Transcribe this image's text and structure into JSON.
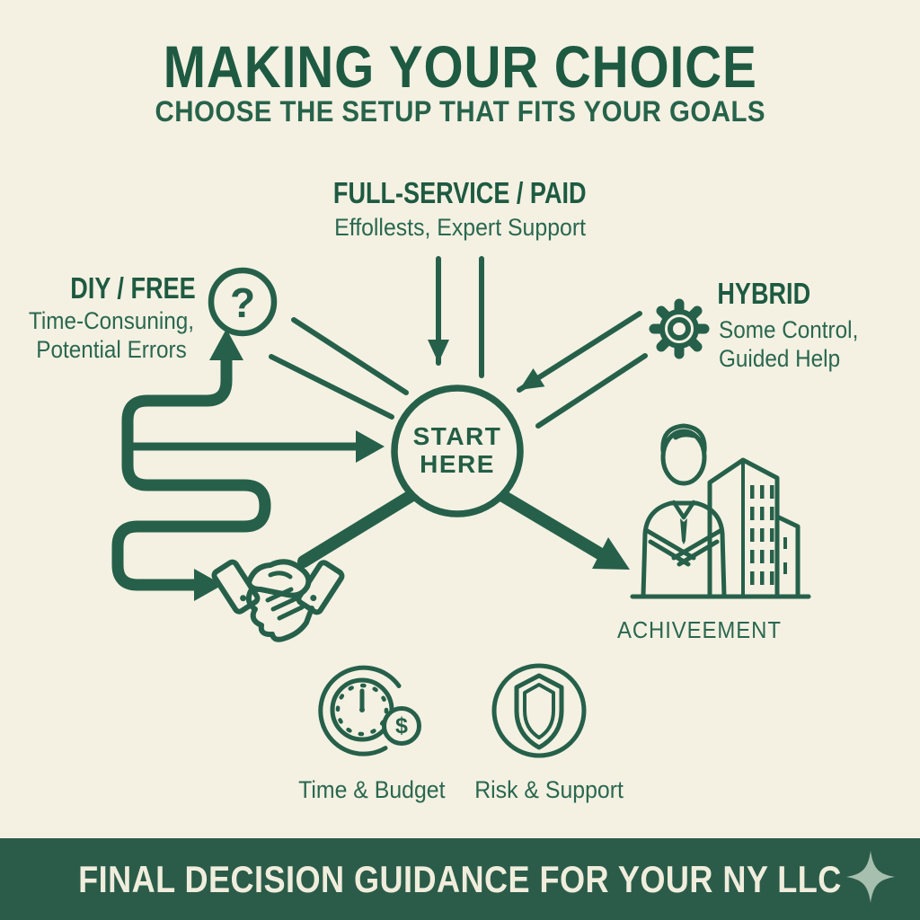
{
  "colors": {
    "background": "#f4f1e2",
    "ink": "#26604a",
    "title_text": "#1e5a42",
    "body_text": "#2a6750",
    "footer_bg": "#2b5c49",
    "footer_text": "#f0eddc",
    "sparkle": "#a7bfae"
  },
  "header": {
    "title": "MAKING YOUR CHOICE",
    "subtitle": "CHOOSE THE SETUP THAT FITS YOUR GOALS"
  },
  "options": {
    "full_service": {
      "title": "FULL-SERVICE / PAID",
      "subtitle": "Effollests, Expert Support"
    },
    "diy": {
      "title": "DIY / FREE",
      "desc_line1": "Time-Consuning,",
      "desc_line2": "Potential Errors",
      "icon": "question-mark-icon"
    },
    "hybrid": {
      "title": "HYBRID",
      "desc_line1": "Some Control,",
      "desc_line2": "Guided Help",
      "icon": "gear-icon"
    }
  },
  "center": {
    "line1": "START",
    "line2": "HERE"
  },
  "outcomes": {
    "achievement": {
      "label": "ACHIVEEMENT",
      "icon": "businessperson-building-icon"
    },
    "partnership": {
      "icon": "handshake-icon"
    }
  },
  "factors": [
    {
      "label": "Time & Budget",
      "icon": "clock-dollar-icon"
    },
    {
      "label": "Risk & Support",
      "icon": "shield-icon"
    }
  ],
  "glyphs": {
    "question": "?",
    "dollar": "$"
  },
  "footer": {
    "text": "FINAL DECISION GUIDANCE FOR YOUR NY LLC",
    "icon": "sparkle-icon"
  }
}
